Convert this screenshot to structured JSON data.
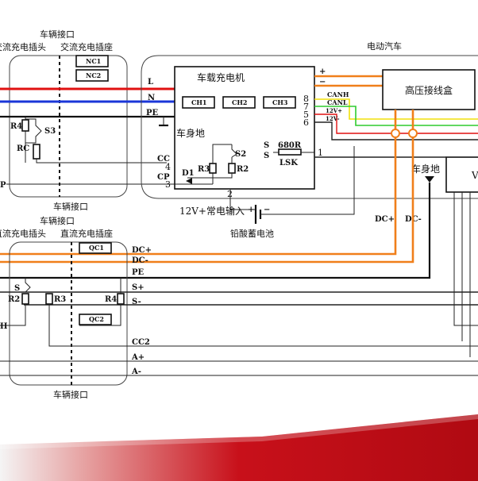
{
  "ac_section": {
    "vehicle_port_top": "车辆接口",
    "plug_label": "交流充电插头",
    "socket_label": "交流充电插座",
    "vehicle_port_bottom": "车辆接口",
    "nc1": "NC1",
    "nc2": "NC2",
    "r4": "R4",
    "s3": "S3",
    "rc": "RC",
    "p": "P"
  },
  "ev_label": "电动汽车",
  "obc": {
    "title": "车载充电机",
    "ch1": "CH1",
    "ch2": "CH2",
    "ch3": "CH3",
    "body_ground": "车身地",
    "s2": "S2",
    "r3": "R3",
    "r2": "R2",
    "d1": "D1",
    "s": "S",
    "s_2": "S",
    "r680": "680R",
    "lsk": "LSK"
  },
  "left_pins": {
    "l": "L",
    "n": "N",
    "pe": "PE",
    "cc": "CC",
    "cp": "CP",
    "n4": "4",
    "n3": "3"
  },
  "right_pins": {
    "plus": "+",
    "minus": "−",
    "p8": "8",
    "p7": "7",
    "p5": "5",
    "p6": "6",
    "p1": "1",
    "p2": "2"
  },
  "wire_labels": {
    "canh": "CANH",
    "canl": "CANL",
    "v12p": "12V+",
    "v12m": "12V-"
  },
  "hv_box": "高压接线盒",
  "vcu_box": "V",
  "body_ground_right": "车身地",
  "battery": {
    "input": "12V+常电输入",
    "plus": "+",
    "minus": "−",
    "name": "铅酸蓄电池"
  },
  "dc_labels": {
    "dcp": "DC+",
    "dcm": "DC-"
  },
  "dc_section": {
    "vehicle_port_top": "车辆接口",
    "plug_label": "直流充电插头",
    "socket_label": "直流充电插座",
    "vehicle_port_bottom": "车辆接口",
    "qc1": "QC1",
    "qc2": "QC2",
    "s": "S",
    "r2": "R2",
    "r3": "R3",
    "r4": "R4",
    "pins": [
      "DC+",
      "DC-",
      "PE",
      "S+",
      "S-",
      "CC2",
      "A+",
      "A-"
    ]
  },
  "colors": {
    "red": "#e01010",
    "blue": "#1a36d8",
    "orange": "#f07f1a",
    "yellow": "#f2e10a",
    "green": "#2ecc2e",
    "banner": "#d0121b"
  }
}
